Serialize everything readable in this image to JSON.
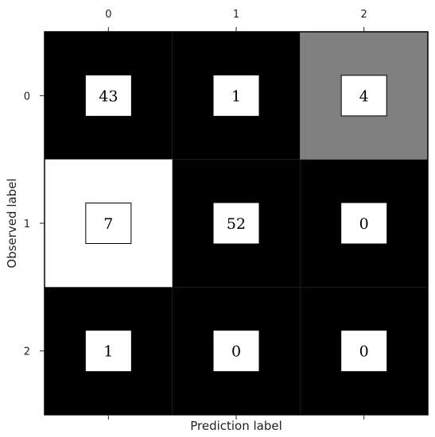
{
  "chart_data": {
    "type": "heatmap",
    "title": "",
    "xlabel": "Prediction label",
    "ylabel": "Observed label",
    "x_categories": [
      "0",
      "1",
      "2"
    ],
    "y_categories": [
      "0",
      "1",
      "2"
    ],
    "values": [
      [
        43,
        1,
        4
      ],
      [
        7,
        52,
        0
      ],
      [
        1,
        0,
        0
      ]
    ],
    "cell_colors": [
      [
        "#000000",
        "#000000",
        "#808080"
      ],
      [
        "#ffffff",
        "#000000",
        "#000000"
      ],
      [
        "#000000",
        "#000000",
        "#000000"
      ]
    ],
    "x_tick_position": "top",
    "grid": false,
    "legend": "none"
  }
}
